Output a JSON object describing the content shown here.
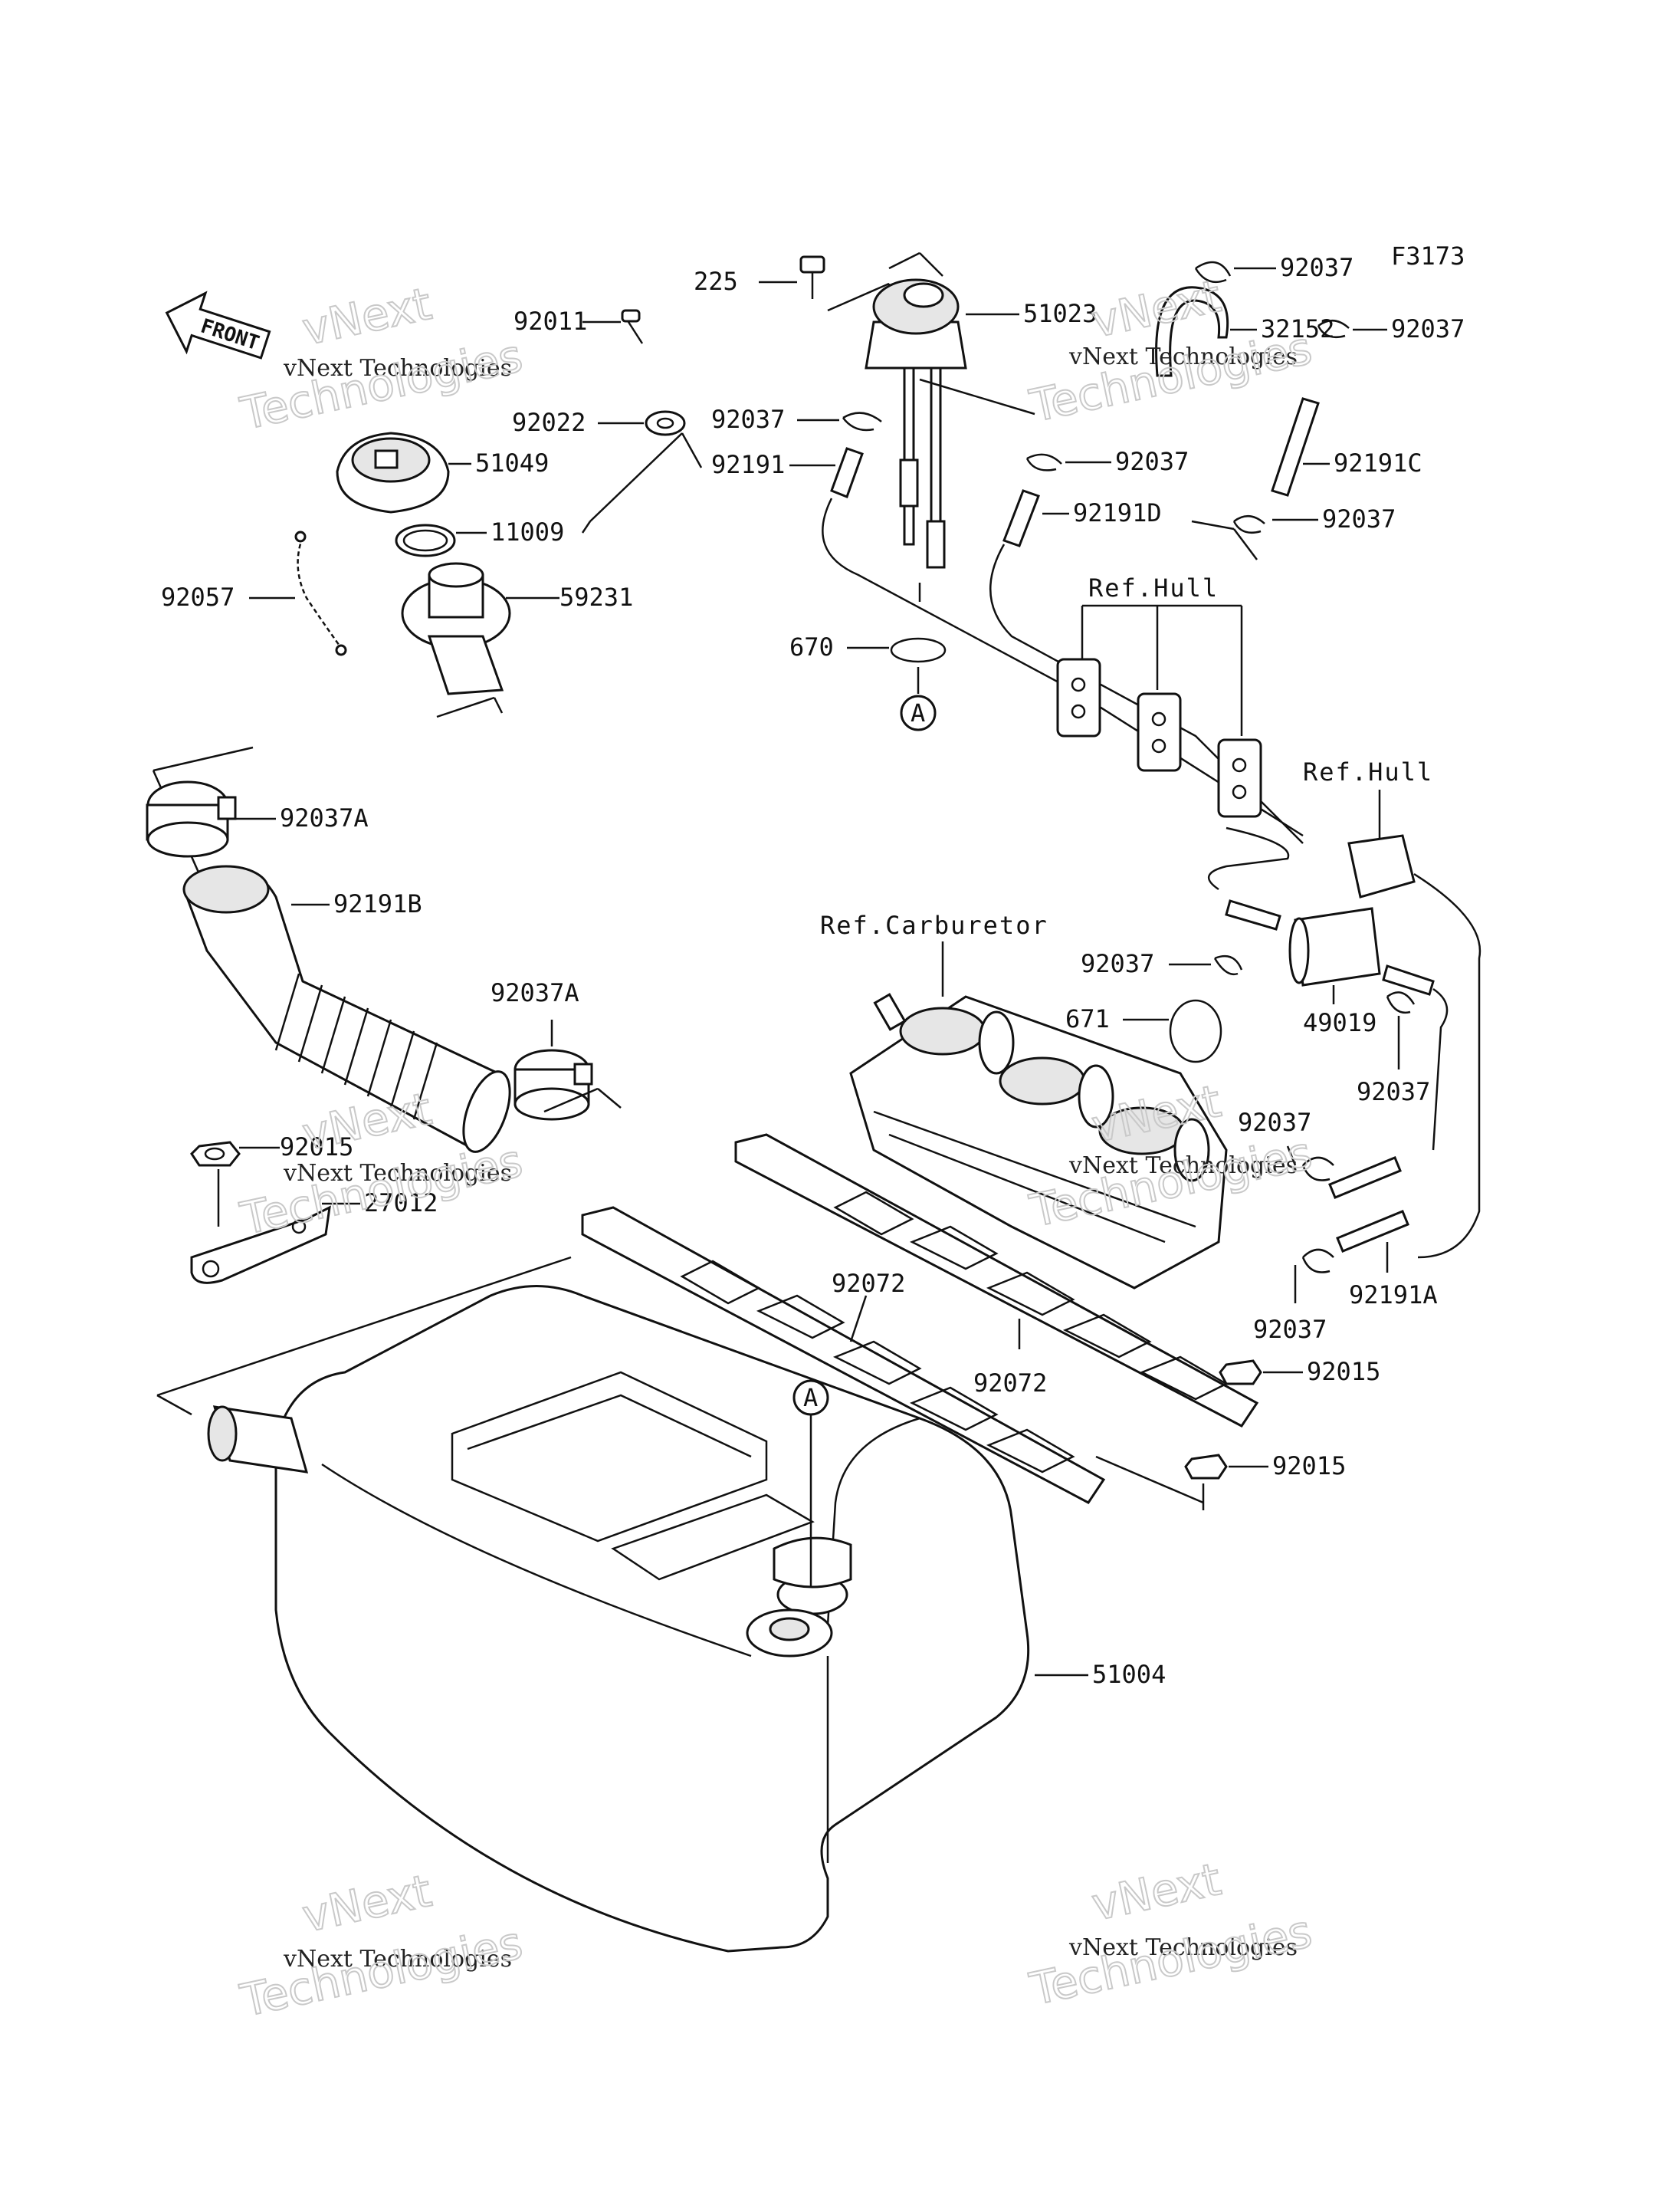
{
  "figure_code": "F3173",
  "front_label": "FRONT",
  "callout_A": "A",
  "watermarks": [
    {
      "line1": "vNext Technologies",
      "line2": "vNext\nTechnologies"
    }
  ],
  "watermark": {
    "small": "vNext Technologies",
    "large_top": "vNext",
    "large_bottom": "Technologies"
  },
  "refs": {
    "hull_1": "Ref.Hull",
    "hull_2": "Ref.Hull",
    "carburetor": "Ref.Carburetor"
  },
  "parts": {
    "p225": "225",
    "p51023": "51023",
    "p92037_top": "92037",
    "p32152": "32152",
    "p92037_r1": "92037",
    "p92011": "92011",
    "p92022": "92022",
    "p51049": "51049",
    "p11009": "11009",
    "p92057": "92057",
    "p59231": "59231",
    "p92037_l": "92037",
    "p92191": "92191",
    "p92037_m": "92037",
    "p92191C": "92191C",
    "p92191D": "92191D",
    "p92037_r2": "92037",
    "p670": "670",
    "p92037A_1": "92037A",
    "p92191B": "92191B",
    "p92037A_2": "92037A",
    "p92037_c": "92037",
    "p671": "671",
    "p49019": "49019",
    "p92037_r3": "92037",
    "p92015_l": "92015",
    "p27012": "27012",
    "p92037_r4": "92037",
    "p92191A": "92191A",
    "p92037_r5": "92037",
    "p92072_1": "92072",
    "p92072_2": "92072",
    "p92015_r1": "92015",
    "p92015_r2": "92015",
    "p51004": "51004"
  }
}
